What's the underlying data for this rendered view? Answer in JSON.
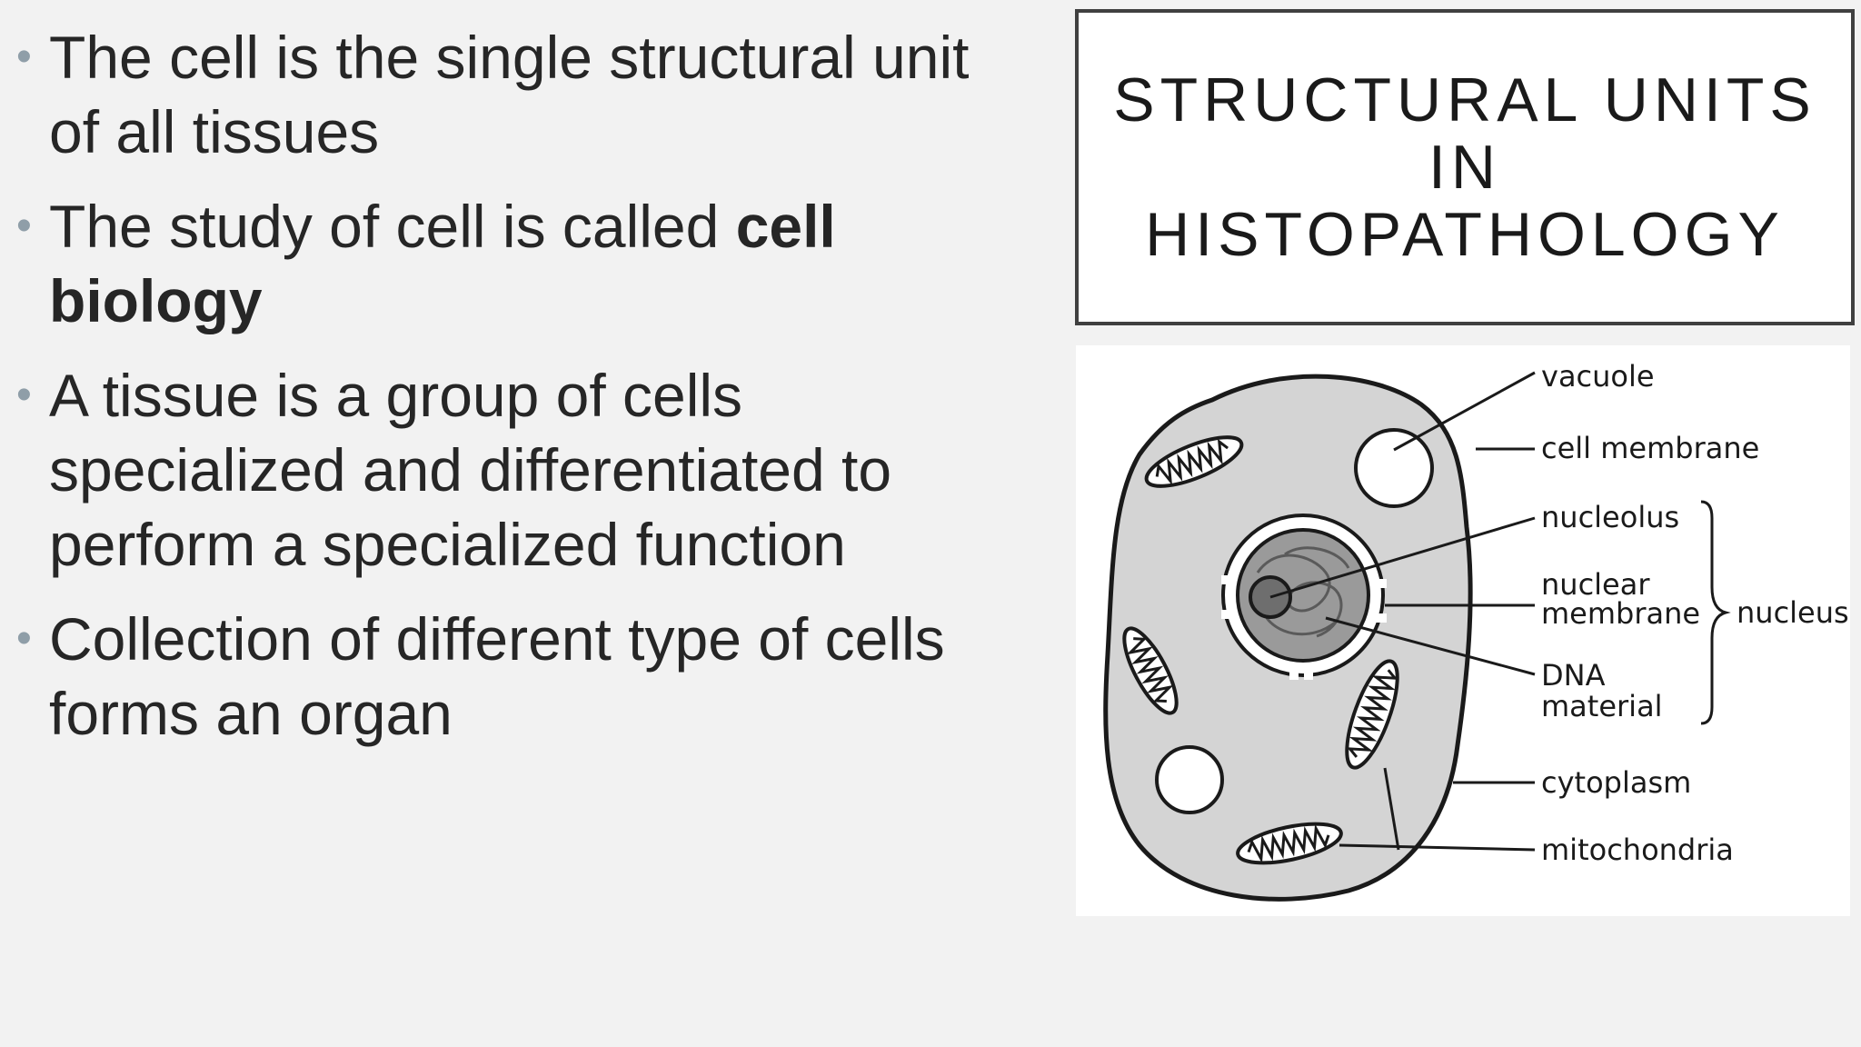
{
  "bullets": [
    {
      "pre": "The cell is the single structural unit of all tissues",
      "bold": "",
      "post": ""
    },
    {
      "pre": "The study of cell is called ",
      "bold": "cell biology",
      "post": ""
    },
    {
      "pre": "A tissue is a group of cells specialized and differentiated to perform a specialized function",
      "bold": "",
      "post": ""
    },
    {
      "pre": "Collection of different type of cells forms an organ",
      "bold": "",
      "post": ""
    }
  ],
  "bullet_glyph": "•",
  "title": "STRUCTURAL UNITS IN HISTOPATHOLOGY",
  "diagram": {
    "labels": {
      "vacuole": "vacuole",
      "cell_membrane": "cell membrane",
      "nucleolus": "nucleolus",
      "nuclear_1": "nuclear",
      "nuclear_2": "membrane",
      "dna_1": "DNA",
      "dna_2": "material",
      "nucleus": "nucleus",
      "cytoplasm": "cytoplasm",
      "mitochondria": "mitochondria"
    }
  },
  "colors": {
    "background": "#f2f2f2",
    "bullet": "#8f9ea8",
    "text": "#262626",
    "cytoplasm": "#d4d4d4",
    "nucleus": "#9a9a9a"
  }
}
